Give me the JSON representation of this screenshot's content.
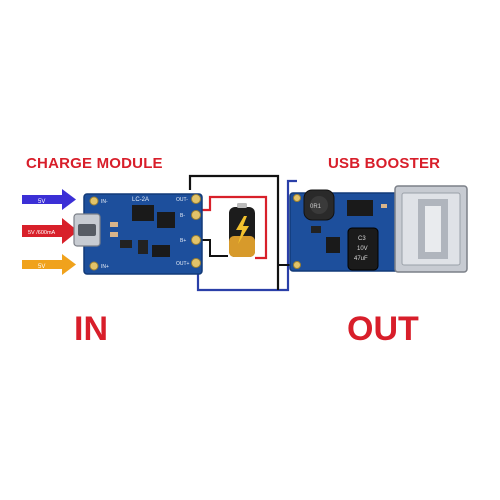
{
  "labels": {
    "charge_module": "CHARGE MODULE",
    "usb_booster": "USB BOOSTER",
    "in": "IN",
    "out": "OUT"
  },
  "input_arrows": [
    {
      "label": "5V",
      "color": "#3b2fd6"
    },
    {
      "label": "5V /600mA",
      "color": "#d8202a"
    },
    {
      "label": "5V",
      "color": "#f0a21c"
    }
  ],
  "charge_board": {
    "silk_top": "LC-2A",
    "pads_left": [
      "IN-",
      "IN+"
    ],
    "pads_right": [
      "OUT-",
      "B-",
      "B+",
      "OUT+"
    ],
    "color": "#1d4f9c"
  },
  "booster_board": {
    "inductor_text": "0R1",
    "cap_text": [
      "C3",
      "10V",
      "47uF"
    ],
    "color": "#1d4f9c"
  },
  "wires": {
    "red": "#d8202a",
    "black": "#111111",
    "blue": "#2a3fa8"
  }
}
